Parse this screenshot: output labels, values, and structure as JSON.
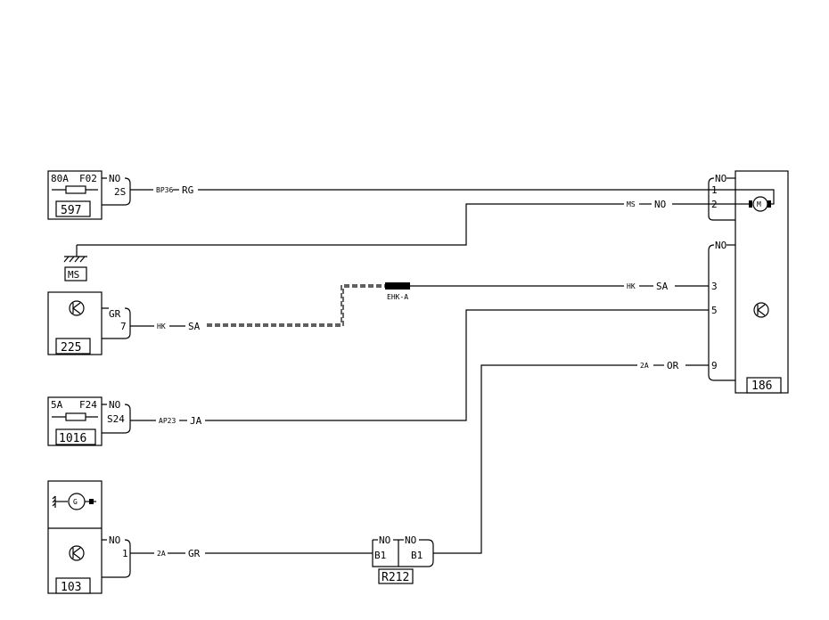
{
  "components": {
    "c597": {
      "id": "597",
      "rating": "80A",
      "fuse": "F02",
      "conn": "NO",
      "pin": "2S"
    },
    "c186": {
      "id": "186",
      "conn_a": "NO",
      "conn_b": "NO",
      "pins": [
        "1",
        "2",
        "3",
        "5",
        "9"
      ],
      "motor_symbol": "M"
    },
    "ground": {
      "label": "MS"
    },
    "c225": {
      "id": "225",
      "conn": "GR",
      "pin": "7"
    },
    "c1016": {
      "id": "1016",
      "rating": "5A",
      "fuse": "F24",
      "conn": "NO",
      "pin": "S24"
    },
    "c103": {
      "id": "103",
      "conn": "NO",
      "pin": "1",
      "gen_symbol": "G"
    },
    "r212": {
      "id": "R212",
      "conn_left": "NO",
      "conn_right": "NO",
      "pin_left": "B1",
      "pin_right": "B1"
    }
  },
  "wires": {
    "bp36": {
      "code": "BP36",
      "color": "RG"
    },
    "ms_no": {
      "code": "MS",
      "color": "NO"
    },
    "hk_sa_225": {
      "code": "HK",
      "color": "SA"
    },
    "hk_sa_186": {
      "code": "HK",
      "color": "SA"
    },
    "ehk": {
      "label": "EHK-A"
    },
    "ap23": {
      "code": "AP23",
      "color": "JA"
    },
    "2a_or": {
      "code": "2A",
      "color": "OR"
    },
    "2a_gr": {
      "code": "2A",
      "color": "GR"
    }
  }
}
